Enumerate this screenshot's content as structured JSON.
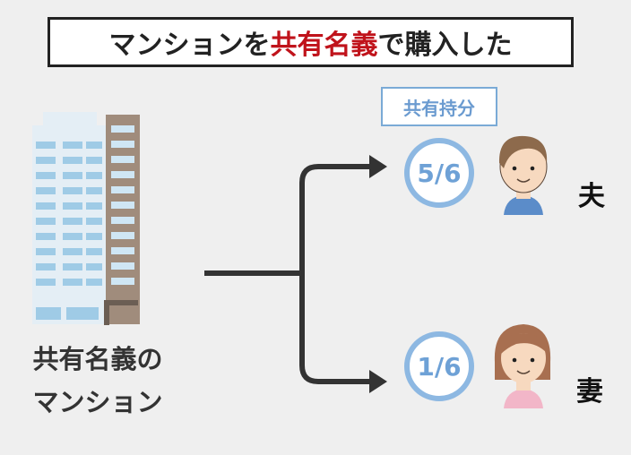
{
  "title": {
    "pre": "マンションを",
    "highlight": "共有名義",
    "post": "で購入した"
  },
  "share_tag": "共有持分",
  "building": {
    "label_line1": "共有名義の",
    "label_line2": "マンション"
  },
  "owners": [
    {
      "share": "5/6",
      "label": "夫"
    },
    {
      "share": "1/6",
      "label": "妻"
    }
  ],
  "colors": {
    "title_highlight": "#c0131b",
    "circle_border": "#8db8e2",
    "share_text": "#6ea1d6",
    "arrow": "#333333"
  }
}
